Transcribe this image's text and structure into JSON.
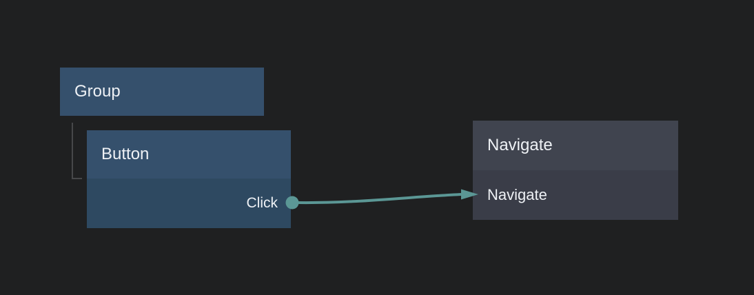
{
  "canvas": {
    "background": "#1f2021"
  },
  "nodes": {
    "group": {
      "title": "Group"
    },
    "button": {
      "title": "Button",
      "output_port_label": "Click"
    },
    "navigate": {
      "title": "Navigate",
      "action_label": "Navigate"
    }
  },
  "connections": [
    {
      "from_node": "Button",
      "from_port": "Click",
      "to_node": "Navigate"
    }
  ],
  "colors": {
    "blue_node_header": "#35506c",
    "blue_node_body": "#2e4961",
    "gray_node_header": "#40444f",
    "gray_node_body": "#3a3d48",
    "connection": "#5b9795",
    "hierarchy_line": "#47484a",
    "text": "#eef1f5",
    "canvas_background": "#1f2021"
  }
}
